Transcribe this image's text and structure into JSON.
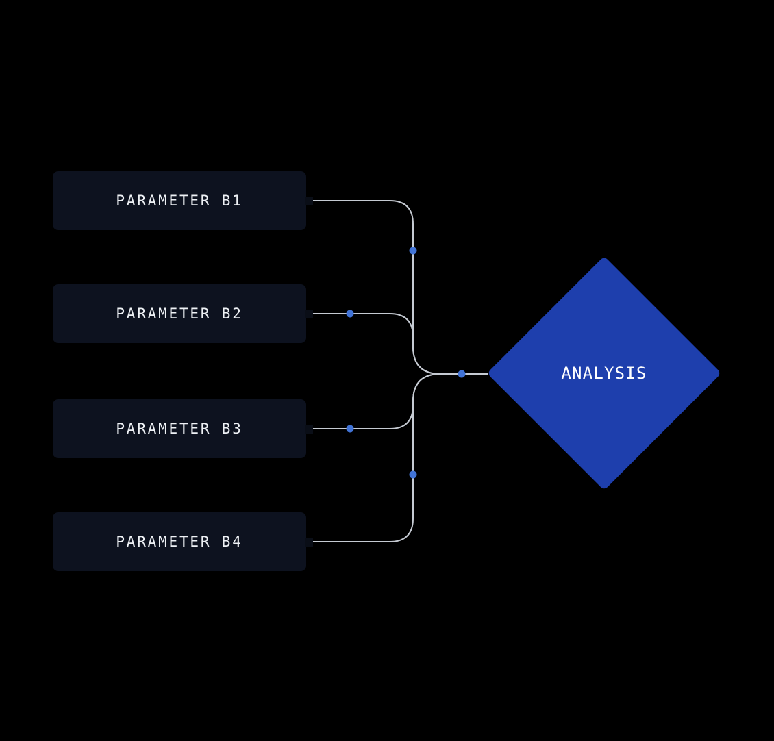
{
  "diagram": {
    "parameters": [
      {
        "id": "b1",
        "label": "PARAMETER B1"
      },
      {
        "id": "b2",
        "label": "PARAMETER B2"
      },
      {
        "id": "b3",
        "label": "PARAMETER B3"
      },
      {
        "id": "b4",
        "label": "PARAMETER B4"
      }
    ],
    "analysis": {
      "id": "analysis",
      "label": "ANALYSIS"
    },
    "connections": [
      {
        "from": "b1",
        "to": "analysis"
      },
      {
        "from": "b2",
        "to": "analysis"
      },
      {
        "from": "b3",
        "to": "analysis"
      },
      {
        "from": "b4",
        "to": "analysis"
      }
    ],
    "junction_dot_count": 5
  },
  "colors": {
    "background": "#000000",
    "node_fill": "#0d121f",
    "node_text": "#eef1f5",
    "port_fill": "#0a0e17",
    "connector_line": "#c5cad2",
    "junction_dot": "#4173d6",
    "analysis_fill": "#1e3fad",
    "analysis_text": "#ffffff"
  }
}
